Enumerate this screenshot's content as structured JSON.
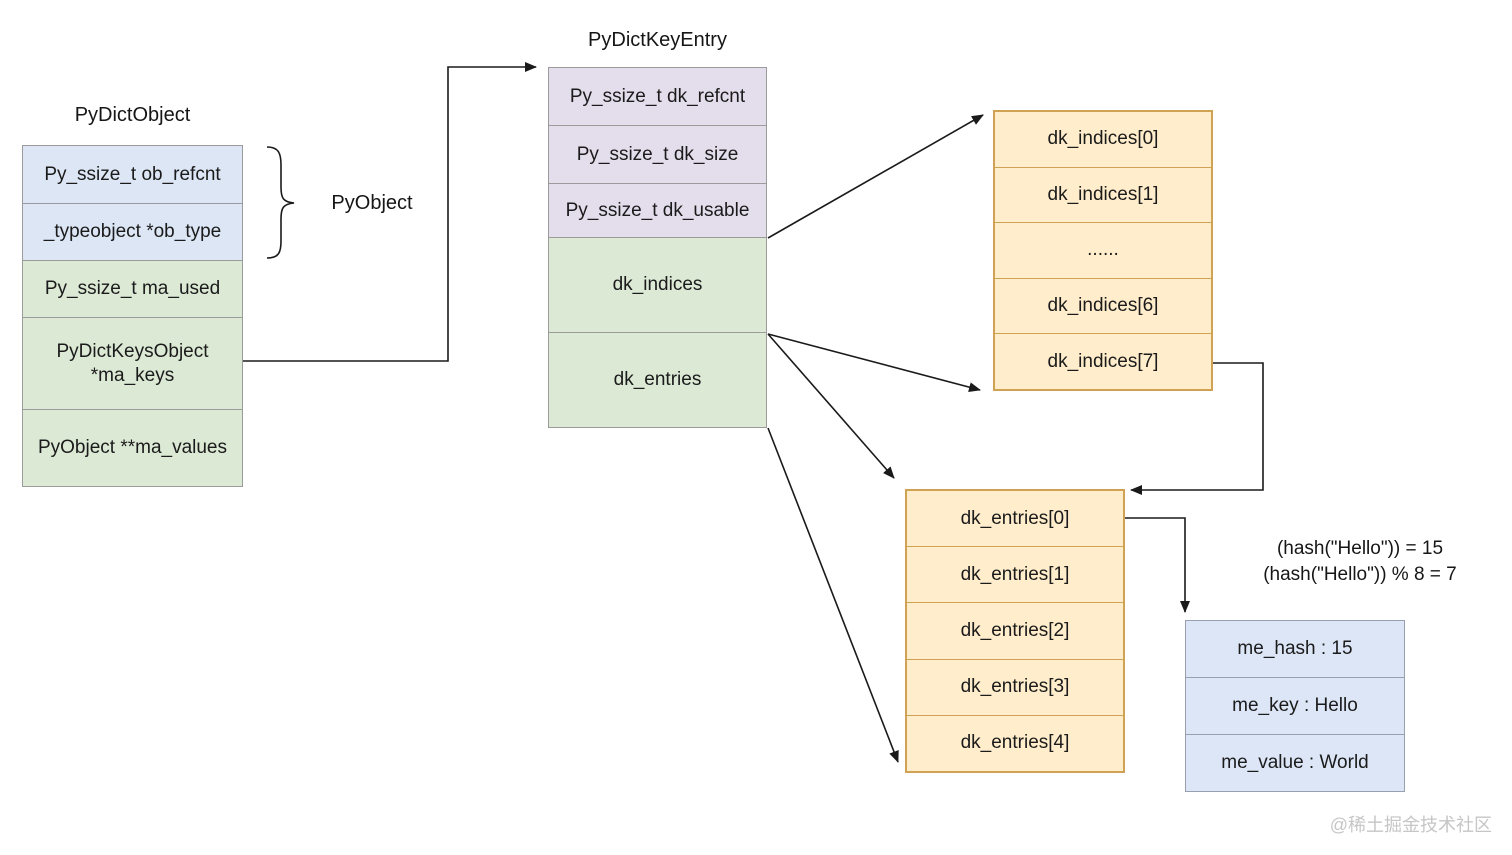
{
  "diagram_title_left": "PyDictObject",
  "diagram_title_mid": "PyDictKeyEntry",
  "brace_label": "PyObject",
  "tables": {
    "pyDictObject": {
      "title": "PyDictObject",
      "rows": [
        {
          "text": "Py_ssize_t ob_refcnt",
          "color": "blue"
        },
        {
          "text": "_typeobject *ob_type",
          "color": "blue"
        },
        {
          "text": "Py_ssize_t ma_used",
          "color": "green"
        },
        {
          "text": "PyDictKeysObject\n*ma_keys",
          "color": "green"
        },
        {
          "text": "PyObject **ma_values",
          "color": "green"
        }
      ]
    },
    "pyDictKeyEntry": {
      "title": "PyDictKeyEntry",
      "rows": [
        {
          "text": "Py_ssize_t dk_refcnt",
          "color": "purple"
        },
        {
          "text": "Py_ssize_t dk_size",
          "color": "purple"
        },
        {
          "text": "Py_ssize_t dk_usable",
          "color": "purple"
        },
        {
          "text": "dk_indices",
          "color": "green"
        },
        {
          "text": "dk_entries",
          "color": "green"
        }
      ]
    },
    "dkIndices": {
      "rows": [
        {
          "text": "dk_indices[0]"
        },
        {
          "text": "dk_indices[1]"
        },
        {
          "text": "......"
        },
        {
          "text": "dk_indices[6]"
        },
        {
          "text": "dk_indices[7]"
        }
      ]
    },
    "dkEntries": {
      "rows": [
        {
          "text": "dk_entries[0]"
        },
        {
          "text": "dk_entries[1]"
        },
        {
          "text": "dk_entries[2]"
        },
        {
          "text": "dk_entries[3]"
        },
        {
          "text": "dk_entries[4]"
        }
      ]
    },
    "entryDetail": {
      "rows": [
        {
          "text": "me_hash : 15"
        },
        {
          "text": "me_key : Hello"
        },
        {
          "text": "me_value : World"
        }
      ]
    }
  },
  "hash_note": {
    "line1": "(hash(\"Hello\")) = 15",
    "line2": "(hash(\"Hello\")) % 8 = 7"
  },
  "watermark": "@稀土掘金技术社区",
  "colors": {
    "cell_blue": "#dce6f4",
    "cell_green": "#dbe9d5",
    "cell_purple": "#e4ddec",
    "cell_orange": "#ffedcb",
    "border_gray": "#9b9b9b",
    "border_orange": "#cfa254",
    "arrow": "#1a1a1a",
    "watermark_text": "#c6c6c6"
  }
}
